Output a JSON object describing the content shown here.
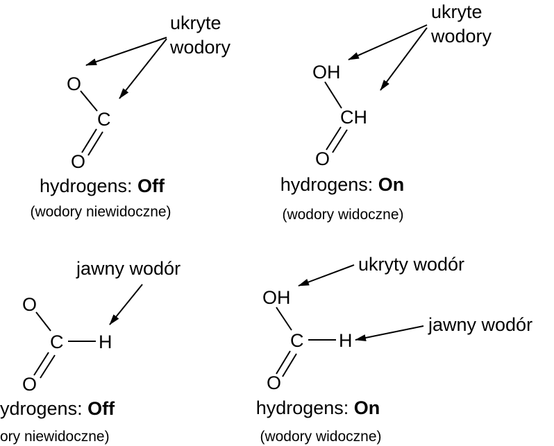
{
  "annotations": {
    "hidden_hydrogens": "ukryte\nwodory",
    "explicit_hydrogen": "jawny wodór",
    "hidden_hydrogen": "ukryty wodór"
  },
  "panels": [
    {
      "caption_prefix": "hydrogens: ",
      "caption_value": "Off",
      "caption_note": "(wodory niewidoczne)"
    },
    {
      "caption_prefix": "hydrogens: ",
      "caption_value": "On",
      "caption_note": "(wodory widoczne)"
    },
    {
      "caption_prefix": "ydrogens: ",
      "caption_value": "Off",
      "caption_note": "ory niewidoczne)"
    },
    {
      "caption_prefix": "hydrogens: ",
      "caption_value": "On",
      "caption_note": "(wodory widoczne)"
    }
  ],
  "atoms": {
    "O": "O",
    "C": "C",
    "OH": "OH",
    "CH": "CH",
    "H": "H"
  }
}
